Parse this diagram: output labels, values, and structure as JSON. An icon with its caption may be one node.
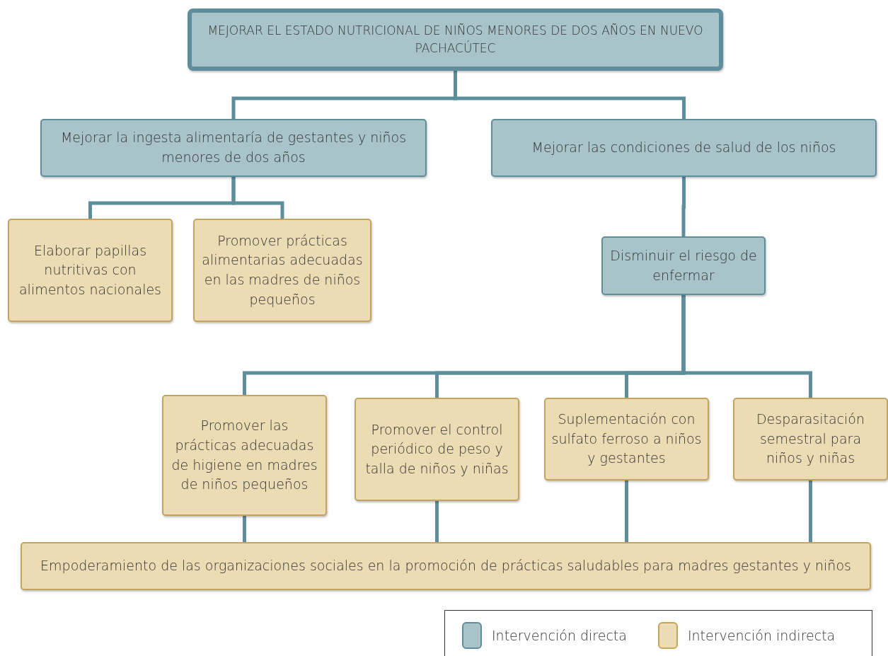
{
  "diagram": {
    "nodes": [
      {
        "text": [
          "MEJORAR EL ESTADO NUTRICIONAL DE NIÑOS MENORES DE DOS AÑOS EN NUEVO PACHACÚTEC"
        ]
      },
      {
        "text": [
          "Mejorar la ingesta alimentaría de gestantes y niños menores de dos años"
        ]
      },
      {
        "text": [
          "Mejorar las condiciones de salud de los niños"
        ]
      },
      {
        "text": [
          "Elaborar papillas nutritivas con alimentos nacionales"
        ]
      },
      {
        "text": [
          "Promover prácticas alimentarias adecuadas en las madres de niños pequeños"
        ]
      },
      {
        "text": [
          "Disminuir el riesgo de enfermar"
        ]
      },
      {
        "text": [
          "Promover las prácticas adecuadas de higiene en madres de niños pequeños"
        ]
      },
      {
        "text": [
          "Promover el control periódico de peso y talla de niños y niñas"
        ]
      },
      {
        "text": [
          "Suplementación con sulfato ferroso a niños y gestantes"
        ]
      },
      {
        "text": [
          "Desparasitación semestral para niños y niñas"
        ]
      },
      {
        "text": [
          "Empoderamiento de las organizaciones sociales en la promoción de prácticas saludables para madres gestantes y niños"
        ]
      }
    ],
    "edges": [
      {
        "from": 0,
        "to": 1,
        "arrow": "none"
      },
      {
        "from": 0,
        "to": 2,
        "arrow": "none"
      },
      {
        "from": 1,
        "to": 3,
        "arrow": "none"
      },
      {
        "from": 1,
        "to": 4,
        "arrow": "none"
      },
      {
        "from": 2,
        "to": 5,
        "arrow": "none"
      },
      {
        "from": 5,
        "to": 6,
        "arrow": "none"
      },
      {
        "from": 5,
        "to": 7,
        "arrow": "none"
      },
      {
        "from": 5,
        "to": 8,
        "arrow": "none"
      },
      {
        "from": 5,
        "to": 9,
        "arrow": "none"
      },
      {
        "from": 6,
        "to": 10,
        "arrow": "none"
      },
      {
        "from": 7,
        "to": 10,
        "arrow": "none"
      },
      {
        "from": 8,
        "to": 10,
        "arrow": "none"
      },
      {
        "from": 9,
        "to": 10,
        "arrow": "none"
      }
    ],
    "legend": [
      {
        "text": "Intervención directa",
        "color": "#a9c4c8"
      },
      {
        "text": "Intervención indirecta",
        "color": "#ecdcb4"
      }
    ]
  }
}
